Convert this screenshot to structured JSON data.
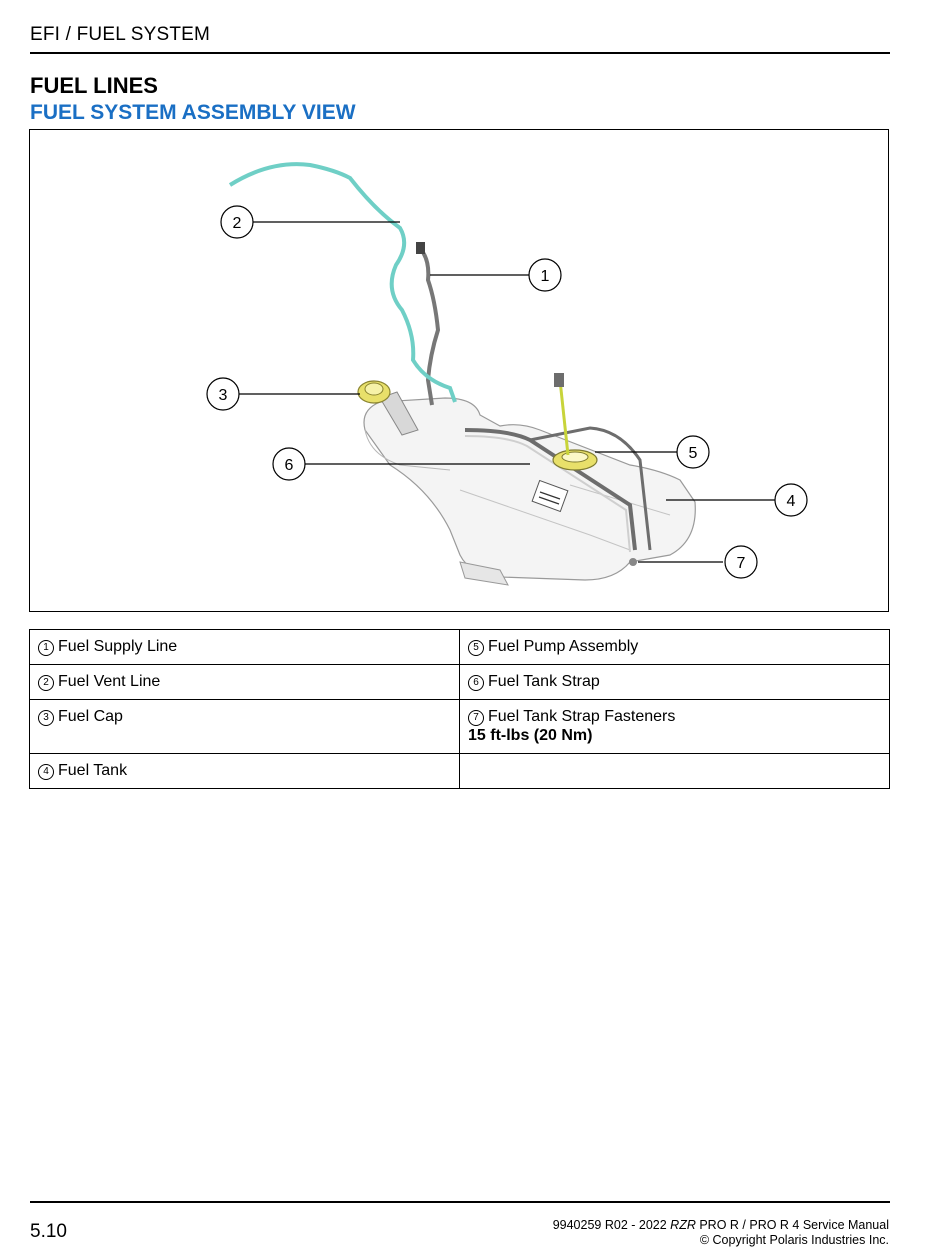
{
  "header": {
    "title": "EFI / FUEL SYSTEM"
  },
  "section": {
    "title": "FUEL LINES",
    "subtitle": "FUEL SYSTEM ASSEMBLY VIEW"
  },
  "figure": {
    "callouts": [
      "1",
      "2",
      "3",
      "4",
      "5",
      "6",
      "7"
    ],
    "colors": {
      "vent_line": "#6fcfc6",
      "supply_line": "#777777",
      "fuel_cap": "#e8e06a",
      "pump_harness": "#c8d43a"
    }
  },
  "legend": {
    "rows": [
      {
        "left": {
          "num": "1",
          "label": "Fuel Supply Line"
        },
        "right": {
          "num": "5",
          "label": "Fuel Pump Assembly"
        }
      },
      {
        "left": {
          "num": "2",
          "label": "Fuel Vent Line"
        },
        "right": {
          "num": "6",
          "label": "Fuel Tank Strap"
        }
      },
      {
        "left": {
          "num": "3",
          "label": "Fuel Cap"
        },
        "right": {
          "num": "7",
          "label": "Fuel Tank Strap Fasteners",
          "torque": "15 ft-lbs (20 Nm)"
        }
      },
      {
        "left": {
          "num": "4",
          "label": "Fuel Tank"
        }
      }
    ]
  },
  "footer": {
    "page_number": "5.10",
    "manual_prefix": "9940259 R02 - 2022 ",
    "manual_model": "RZR",
    "manual_suffix": " PRO R / PRO R 4 Service Manual",
    "copyright": "© Copyright Polaris Industries Inc."
  }
}
